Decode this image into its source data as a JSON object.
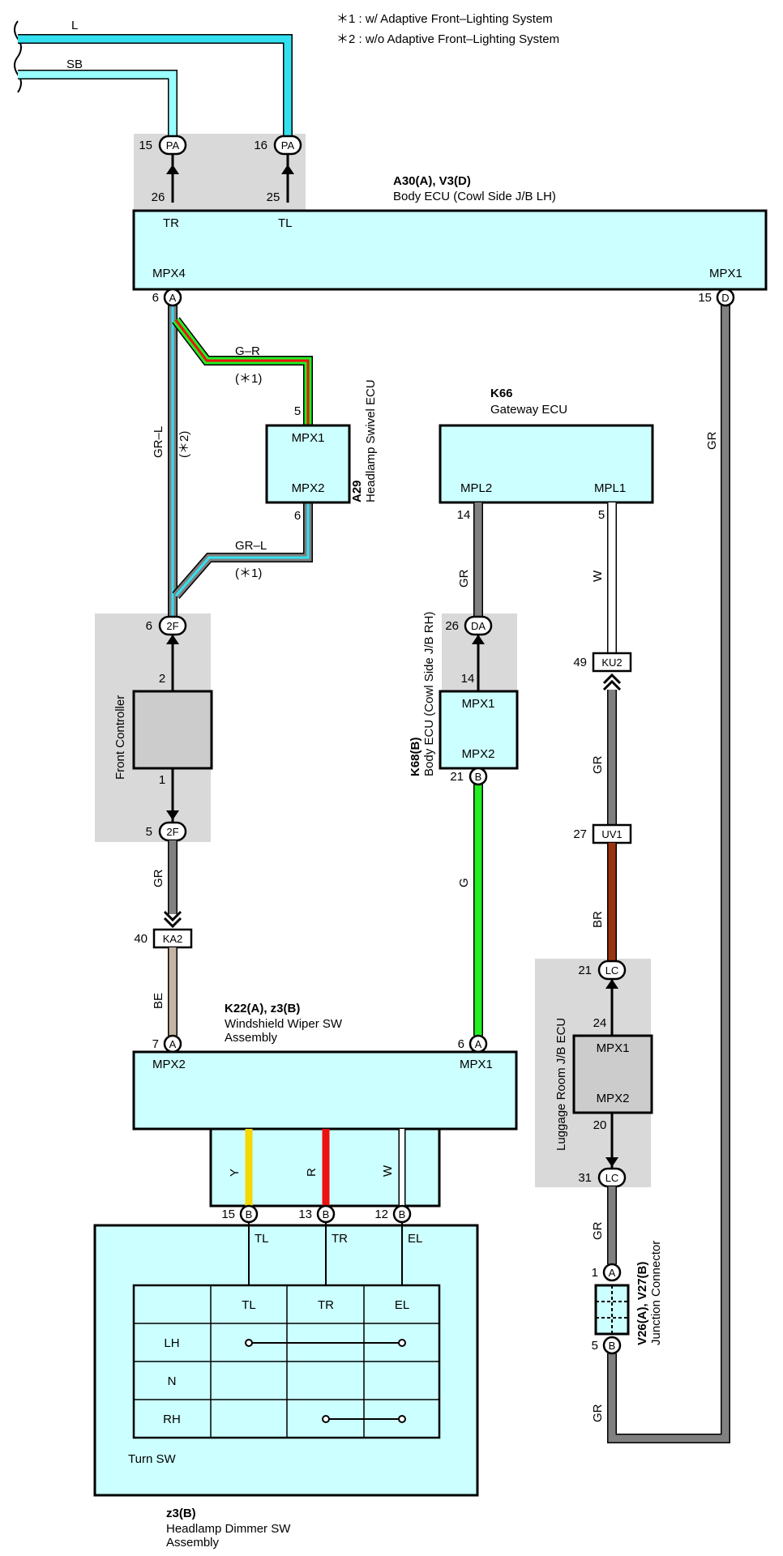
{
  "notes": [
    "＊1 : w/ Adaptive Front–Lighting System",
    "＊2 : w/o Adaptive Front–Lighting System"
  ],
  "colors": {
    "L": "#33e0f0",
    "SB": "#99ffff",
    "GR": "#808080",
    "G": "#22ee22",
    "R": "#ee1111",
    "Y": "#f4d800",
    "BR": "#993311",
    "BE": "#c4b4a4",
    "W": "#ffffff",
    "box": "#ccffff",
    "gray_box": "#cccccc"
  },
  "wires": {
    "L": "L",
    "SB": "SB",
    "GR_L_main": "GR–L",
    "GR_L_note": "(＊2)",
    "G_R": "G–R",
    "G_R_note": "(＊1)",
    "GR_L_2": "GR–L",
    "GR_L_2_note": "(＊1)",
    "GR_right": "GR",
    "GR_gw": "GR",
    "W_gw": "W",
    "GR_ku2": "GR",
    "BR": "BR",
    "G": "G",
    "GR_front": "GR",
    "BE": "BE",
    "Y": "Y",
    "R": "R",
    "W": "W",
    "GR_lc": "GR",
    "GR_jc": "GR"
  },
  "body_ecu": {
    "code": "A30(A), V3(D)",
    "name": "Body ECU (Cowl Side J/B LH)",
    "tr": "TR",
    "tl": "TL",
    "mpx4": "MPX4",
    "mpx1": "MPX1",
    "pin_tr": "26",
    "pin_tl": "25",
    "conn_pa1_num": "15",
    "conn_pa1": "PA",
    "conn_pa2_num": "16",
    "conn_pa2": "PA",
    "conn_a_num": "6",
    "conn_a": "A",
    "conn_d_num": "15",
    "conn_d": "D"
  },
  "swivel": {
    "code": "A29",
    "name": "Headlamp Swivel ECU",
    "mpx1": "MPX1",
    "mpx2": "MPX2",
    "pin1": "5",
    "pin2": "6"
  },
  "gateway": {
    "code": "K66",
    "name": "Gateway ECU",
    "mpl2": "MPL2",
    "mpl1": "MPL1",
    "pin1": "14",
    "pin2": "5"
  },
  "body_ecu_rh": {
    "code": "K68(B)",
    "name": "Body ECU (Cowl Side J/B RH)",
    "mpx1": "MPX1",
    "mpx2": "MPX2",
    "pin_top": "14",
    "conn_da_num": "26",
    "conn_da": "DA",
    "conn_b_num": "21",
    "conn_b": "B"
  },
  "front_controller": {
    "name": "Front Controller",
    "pin_top": "2",
    "pin_bot": "1",
    "conn_top_num": "6",
    "conn_top": "2F",
    "conn_bot_num": "5",
    "conn_bot": "2F"
  },
  "ka2": {
    "num": "40",
    "label": "KA2"
  },
  "ku2": {
    "num": "49",
    "label": "KU2"
  },
  "uv1": {
    "num": "27",
    "label": "UV1"
  },
  "luggage": {
    "name": "Luggage Room J/B ECU",
    "mpx1": "MPX1",
    "mpx2": "MPX2",
    "pin_top": "24",
    "pin_bot": "20",
    "conn_top_num": "21",
    "conn_top": "LC",
    "conn_bot_num": "31",
    "conn_bot": "LC"
  },
  "wiper": {
    "code": "K22(A), z3(B)",
    "name1": "Windshield Wiper SW",
    "name2": "Assembly",
    "mpx2": "MPX2",
    "mpx1": "MPX1",
    "conn_l_num": "7",
    "conn_l": "A",
    "conn_r_num": "6",
    "conn_r": "A"
  },
  "junction": {
    "code": "V26(A), V27(B)",
    "name": "Junction Connector",
    "pin_a_num": "1",
    "pin_a": "A",
    "pin_b_num": "5",
    "pin_b": "B"
  },
  "dimmer": {
    "code": "z3(B)",
    "name1": "Headlamp Dimmer SW",
    "name2": "Assembly",
    "turn_sw": "Turn SW",
    "pins": [
      {
        "num": "15",
        "conn": "B",
        "label": "TL"
      },
      {
        "num": "13",
        "conn": "B",
        "label": "TR"
      },
      {
        "num": "12",
        "conn": "B",
        "label": "EL"
      }
    ],
    "table_headers": [
      "TL",
      "TR",
      "EL"
    ],
    "table_rows": [
      "LH",
      "N",
      "RH"
    ]
  }
}
